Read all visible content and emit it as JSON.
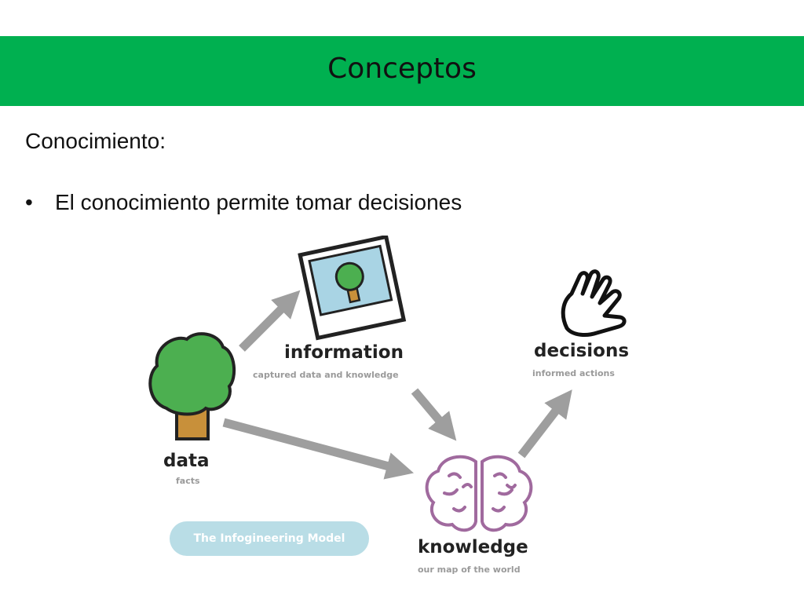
{
  "slide": {
    "title": "Conceptos",
    "heading": "Conocimiento:",
    "bullets": [
      "El conocimiento permite tomar decisiones"
    ]
  },
  "diagram": {
    "nodes": {
      "data": {
        "label": "data",
        "caption": "facts",
        "icon": "tree-icon"
      },
      "information": {
        "label": "information",
        "caption": "captured data and knowledge",
        "icon": "photo-icon"
      },
      "knowledge": {
        "label": "knowledge",
        "caption": "our map of the world",
        "icon": "brain-icon"
      },
      "decisions": {
        "label": "decisions",
        "caption": "informed actions",
        "icon": "hand-icon"
      }
    },
    "badge": "The Infogineering Model"
  },
  "colors": {
    "title_bar": "#00b050",
    "tree_green": "#4caf50",
    "trunk": "#c8903a",
    "brain": "#a06a9e",
    "arrow": "#9e9e9e",
    "badge": "#b9dde6"
  }
}
